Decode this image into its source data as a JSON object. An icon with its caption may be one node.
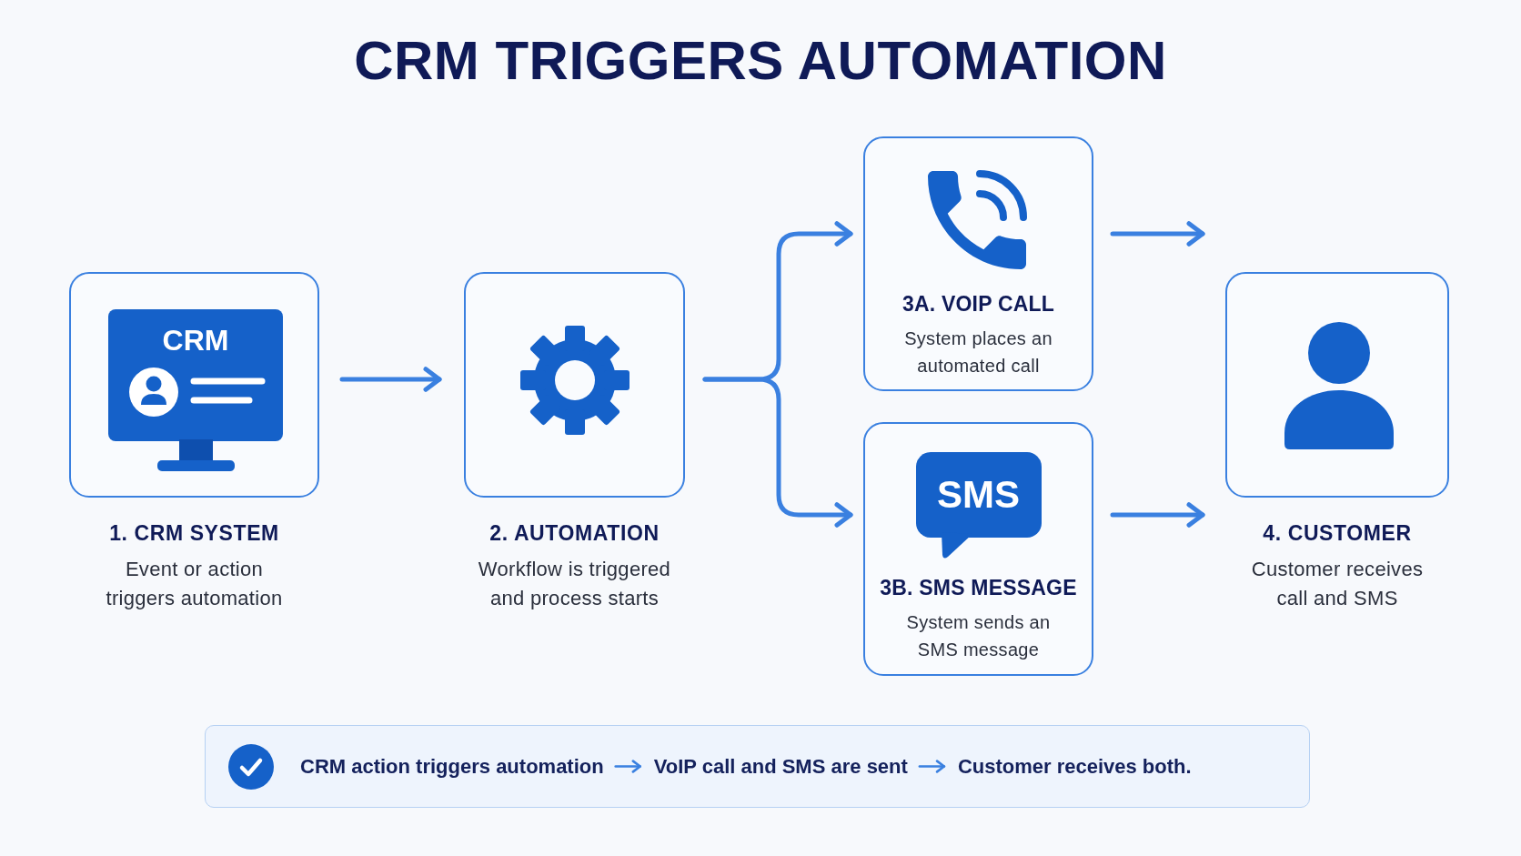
{
  "diagram": {
    "title": "CRM TRIGGERS AUTOMATION",
    "nodes": [
      {
        "text": [
          "CRM",
          "1. CRM SYSTEM",
          "Event or action triggers automation"
        ]
      },
      {
        "text": [
          "2. AUTOMATION",
          "Workflow is triggered and process starts"
        ]
      },
      {
        "text": [
          "3A. VOIP CALL",
          "System places an automated call"
        ]
      },
      {
        "text": [
          "SMS",
          "3B. SMS MESSAGE",
          "System sends an SMS message"
        ]
      },
      {
        "text": [
          "4. CUSTOMER",
          "Customer receives call and SMS"
        ]
      },
      {
        "text": [],
        "shape": "box"
      },
      {
        "text": [
          "CRM action triggers automation"
        ],
        "in": 5
      },
      {
        "text": [
          "VoIP call and SMS are sent"
        ],
        "in": 5
      },
      {
        "text": [
          "Customer receives both."
        ],
        "in": 5
      }
    ],
    "edges": [
      {
        "from": 0,
        "to": 1,
        "arrow": "to"
      },
      {
        "from": 1,
        "to": 2,
        "arrow": "to"
      },
      {
        "from": 1,
        "to": 3,
        "arrow": "to"
      },
      {
        "from": 2,
        "to": 4,
        "arrow": "to"
      },
      {
        "from": 3,
        "to": 4,
        "arrow": "to"
      },
      {
        "from": 6,
        "to": 7,
        "arrow": "to"
      },
      {
        "from": 7,
        "to": 8,
        "arrow": "to"
      }
    ]
  }
}
